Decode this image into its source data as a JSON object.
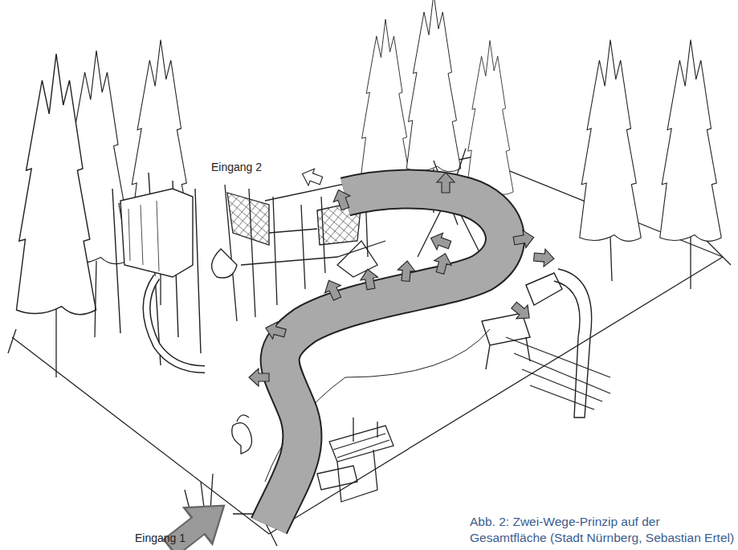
{
  "diagram": {
    "caption": "Abb. 2: Zwei-Wege-Prinzip auf der Gesamtfläche (Stadt Nürnberg, Sebastian Ertel)",
    "labels": [
      "Eingang 2",
      "Eingang 1"
    ]
  }
}
